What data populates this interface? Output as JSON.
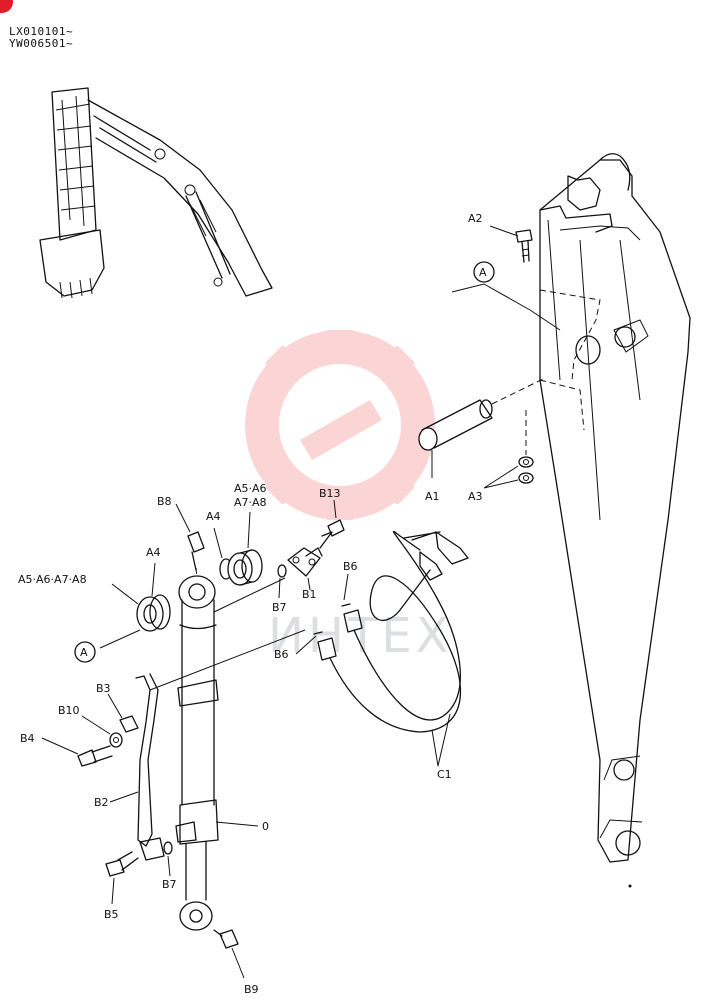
{
  "header": {
    "serial_line_1": "LX010101~",
    "serial_line_2": "YW006501~"
  },
  "watermark": {
    "text": "ИНТЕХ",
    "logo_color": "#ef4444"
  },
  "colors": {
    "line": "#111111",
    "corner_mark": "#e11d2a"
  },
  "callouts": {
    "a2": "A2",
    "ref_a_top": "A",
    "a1": "A1",
    "a3": "A3",
    "b8": "B8",
    "a4_top": "A4",
    "a5a6_top": "A5·A6",
    "a7a8_top": "A7·A8",
    "b13": "B13",
    "a4": "A4",
    "a5_a8": "A5·A6·A7·A8",
    "b7_top": "B7",
    "b1": "B1",
    "b6_top": "B6",
    "ref_a_left": "A",
    "b6_bottom": "B6",
    "b3": "B3",
    "b10": "B10",
    "b4": "B4",
    "b2": "B2",
    "c1": "C1",
    "zero": "0",
    "b7_bottom": "B7",
    "b5": "B5",
    "b9": "B9"
  }
}
